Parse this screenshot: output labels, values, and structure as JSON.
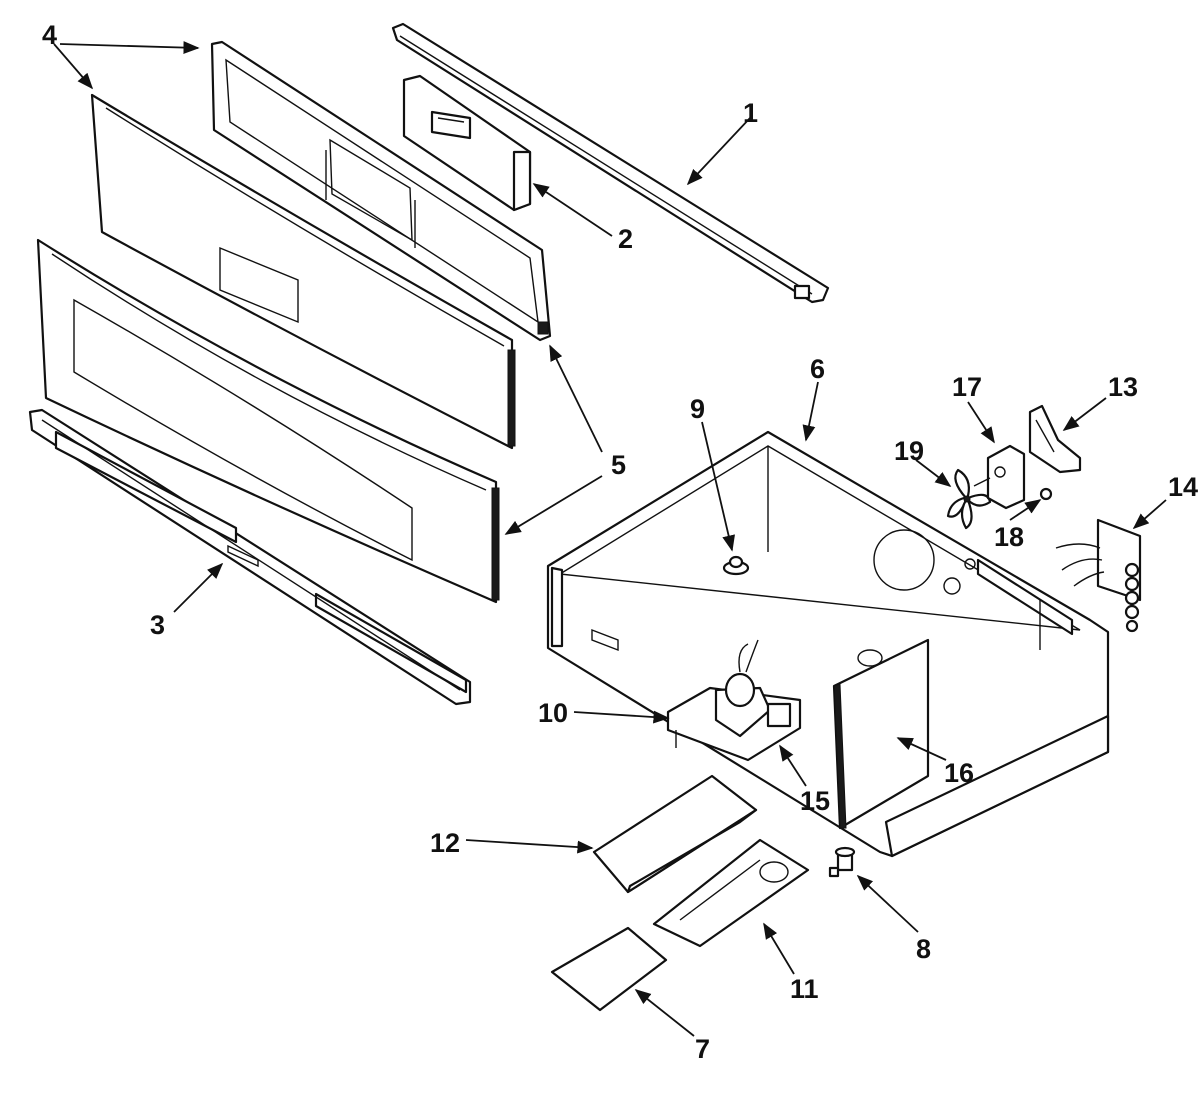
{
  "callouts": [
    {
      "id": "1",
      "text": "1"
    },
    {
      "id": "2",
      "text": "2"
    },
    {
      "id": "3",
      "text": "3"
    },
    {
      "id": "4",
      "text": "4"
    },
    {
      "id": "5",
      "text": "5"
    },
    {
      "id": "6",
      "text": "6"
    },
    {
      "id": "7",
      "text": "7"
    },
    {
      "id": "8",
      "text": "8"
    },
    {
      "id": "9",
      "text": "9"
    },
    {
      "id": "10",
      "text": "10"
    },
    {
      "id": "11",
      "text": "11"
    },
    {
      "id": "12",
      "text": "12"
    },
    {
      "id": "13",
      "text": "13"
    },
    {
      "id": "14",
      "text": "14"
    },
    {
      "id": "15",
      "text": "15"
    },
    {
      "id": "16",
      "text": "16"
    },
    {
      "id": "17",
      "text": "17"
    },
    {
      "id": "18",
      "text": "18"
    },
    {
      "id": "19",
      "text": "19"
    }
  ]
}
